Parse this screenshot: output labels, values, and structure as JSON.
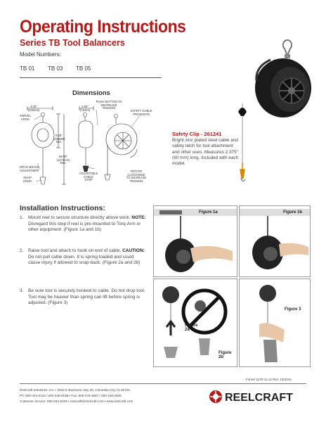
{
  "header": {
    "title": "Operating Instructions",
    "subtitle": "Series TB Tool Balancers",
    "models_label": "Model Numbers:",
    "models": [
      "TB 01",
      "TB 03",
      "TB 05"
    ]
  },
  "dimensions": {
    "title": "Dimensions",
    "labels": {
      "width": "4.00\"\n(102mm)",
      "swivel": "SWIVEL\nHOOK",
      "depth": "2.80\"\n(71mm)",
      "push_button": "PUSH BUTTON TO\nDECREASE\nTENSION",
      "safety": "SAFETY CABLE\nPROVISION",
      "height": "9.25\"\n(235MM)\nMin.",
      "travel": "58.00\"\n(1473mm)\nMax.",
      "drag_brake": "DRAG BRAKE\nADJUSTMENT",
      "snap_hook": "SNAP\nHOOK",
      "cable_stop": "ADJUSTABLE\nCABLE\nSTOP",
      "rotate": "ROTATE\nCLOCKWISE\nTO INCREASE\nTENSION"
    }
  },
  "safety_clip": {
    "title": "Safety Clip - 261241",
    "text": "Bright zinc plated steel cable and safety latch for tool attachment and other uses. Measures 2.375\" (60 mm) long. Included with each model."
  },
  "installation": {
    "title": "Installation Instructions:",
    "steps": [
      {
        "num": "1.",
        "text_a": "Mount reel to secure structure directly above work. ",
        "bold": "NOTE:",
        "text_b": " Disregard this step if reel is pre-mounted to Torq-Arm or other equipment. (Figure 1a and 1b)"
      },
      {
        "num": "2.",
        "text_a": "Raise tool and attach to hook on end of cable. ",
        "bold": "CAUTION:",
        "text_b": " Do not pull cable down. It is spring loaded and could cause injury if allowed to snap back. (Figure 2a and 2b)"
      },
      {
        "num": "3.",
        "text_a": "Be sure tool is securely hooked to cable. Do not drop tool. Tool may be heavier than spring can lift before spring is adjusted. (Figure 3)",
        "bold": "",
        "text_b": ""
      }
    ]
  },
  "figures": {
    "fig1a": "Figure 1a",
    "fig1b": "Figure 1b",
    "fig2a": "Figure\n2a",
    "fig2b": "Figure\n2b",
    "fig3": "Figure 3"
  },
  "footer": {
    "form_no": "Form# 1270-11-12  Rev. 10/2018",
    "line1": "Reelcraft Industries, Inc.  •  2842 E Business Hwy 30, Columbia City, IN 46725",
    "line2": "Ph: 800-444-3134 / 260-248-8188  •  Fax: 800-444-4587 / 260-248-2605",
    "line3": "Customer Service: 855-634-9109  •  reelcraft@reelcraft.com  •  www.reelcraft.com",
    "logo_text": "REELCRAFT",
    "colors": {
      "brand_red": "#b31b1b",
      "dark": "#222222"
    }
  }
}
